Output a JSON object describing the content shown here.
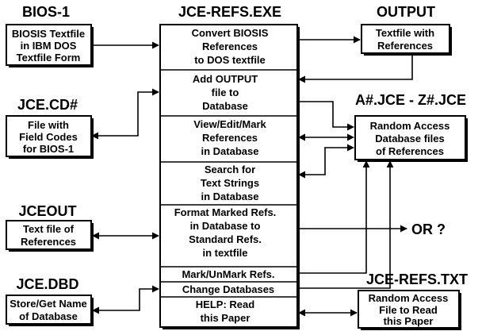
{
  "headings": {
    "bios": "BIOS-1",
    "exe": "JCE-REFS.EXE",
    "output": "OUTPUT",
    "cd": "JCE.CD#",
    "db": "A#.JCE - Z#.JCE",
    "jceout": "JCEOUT",
    "dbd": "JCE.DBD",
    "refstxt": "JCE-REFS.TXT"
  },
  "left_boxes": {
    "bios": [
      "BIOSIS Textfile",
      "in IBM DOS",
      "Textfile Form"
    ],
    "cd": [
      "File with",
      "Field Codes",
      "for BIOS-1"
    ],
    "jceout": [
      "Text file of",
      "References"
    ],
    "dbd": [
      "Store/Get Name",
      "of Database"
    ]
  },
  "right_boxes": {
    "output": [
      "Textfile with",
      "References"
    ],
    "db": [
      "Random Access",
      "Database files",
      "of References"
    ],
    "refstxt": [
      "Random Access",
      "File to Read",
      "this Paper"
    ]
  },
  "center_sections": {
    "convert": [
      "Convert BIOSIS",
      "References",
      "to DOS textfile"
    ],
    "add": [
      "Add OUTPUT",
      "file to",
      "Database"
    ],
    "view": [
      "View/Edit/Mark",
      "References",
      "in Database"
    ],
    "search": [
      "Search for",
      "Text Strings",
      "in Database"
    ],
    "format": [
      "Format Marked Refs.",
      "in Database to",
      "Standard Refs.",
      "in textfile"
    ],
    "mark": [
      "Mark/UnMark Refs."
    ],
    "change": [
      "Change Databases"
    ],
    "help": [
      "HELP: Read",
      "this Paper"
    ]
  },
  "or_label": "OR ?"
}
